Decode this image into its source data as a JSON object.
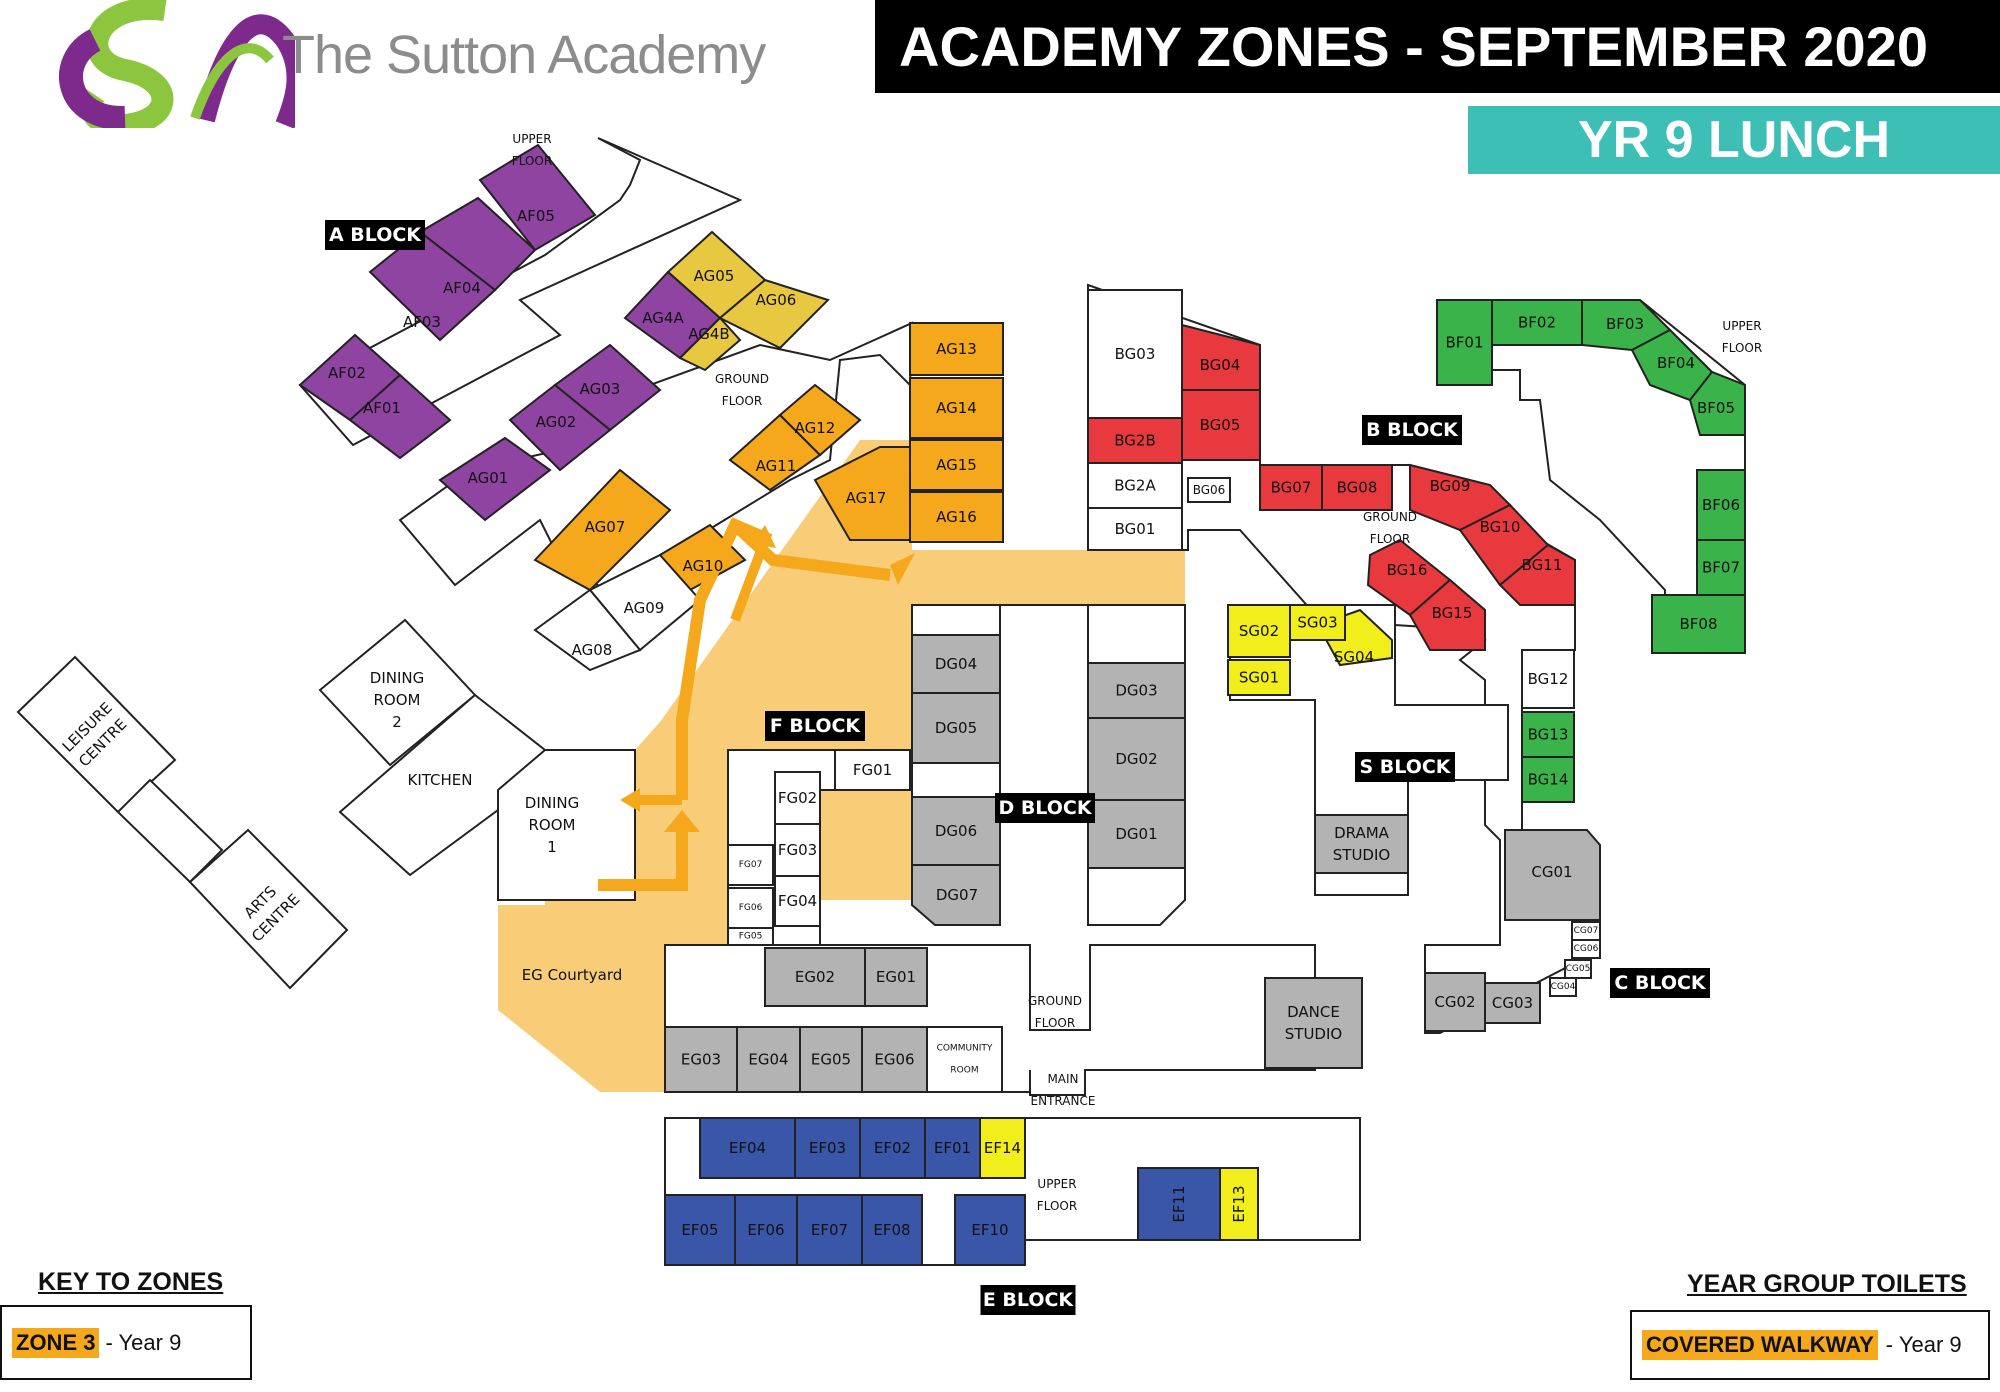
{
  "header": {
    "school_name": "The Sutton Academy",
    "title": "ACADEMY ZONES - SEPTEMBER 2020",
    "subtitle": "YR 9 LUNCH",
    "brand_colors": {
      "logo_green": "#8cc63f",
      "logo_purple": "#7d2a8c",
      "banner": "#3ebfb6"
    }
  },
  "key": {
    "title": "KEY TO ZONES",
    "zone_label": "ZONE 3",
    "zone_desc": "- Year 9",
    "zone_color": "#f5a81c"
  },
  "toilets": {
    "title": "YEAR GROUP TOILETS",
    "walkway_label": "COVERED WALKWAY",
    "walkway_desc": "- Year 9",
    "walkway_color": "#f5a81c"
  },
  "zone_colors": {
    "purple": "#8e44a0",
    "orange": "#f5a81c",
    "light_orange": "#f9cc78",
    "yellow_dark": "#e8c840",
    "red": "#e8393f",
    "green": "#3ab44a",
    "yellow": "#f2ee1b",
    "grey": "#b3b3b3",
    "blue": "#3a56a8"
  },
  "blocks": {
    "a": "A BLOCK",
    "b": "B BLOCK",
    "c": "C BLOCK",
    "d": "D BLOCK",
    "e": "E BLOCK",
    "f": "F BLOCK",
    "s": "S BLOCK"
  },
  "floor_labels": {
    "a_upper": "UPPER FLOOR",
    "a_ground": "GROUND FLOOR",
    "b_upper": "UPPER FLOOR",
    "b_ground": "GROUND FLOOR",
    "e_ground": "GROUND FLOOR",
    "e_upper": "UPPER FLOOR",
    "main_entrance": "MAIN ENTRANCE"
  },
  "rooms": {
    "AF05": "AF05",
    "AF04": "AF04",
    "AF03": "AF03",
    "AF02": "AF02",
    "AF01": "AF01",
    "AG05": "AG05",
    "AG06": "AG06",
    "AG4A": "AG4A",
    "AG4B": "AG4B",
    "AG03": "AG03",
    "AG02": "AG02",
    "AG01": "AG01",
    "AG07": "AG07",
    "AG08": "AG08",
    "AG09": "AG09",
    "AG10": "AG10",
    "AG11": "AG11",
    "AG12": "AG12",
    "AG13": "AG13",
    "AG14": "AG14",
    "AG15": "AG15",
    "AG16": "AG16",
    "AG17": "AG17",
    "BG03": "BG03",
    "BG04": "BG04",
    "BG05": "BG05",
    "BG2B": "BG2B",
    "BG2A": "BG2A",
    "BG01": "BG01",
    "BG06": "BG06",
    "BG07": "BG07",
    "BG08": "BG08",
    "BG09": "BG09",
    "BG10": "BG10",
    "BG11": "BG11",
    "BG16": "BG16",
    "BG15": "BG15",
    "BG12": "BG12",
    "BG13": "BG13",
    "BG14": "BG14",
    "BF01": "BF01",
    "BF02": "BF02",
    "BF03": "BF03",
    "BF04": "BF04",
    "BF05": "BF05",
    "BF06": "BF06",
    "BF07": "BF07",
    "BF08": "BF08",
    "SG02": "SG02",
    "SG03": "SG03",
    "SG01": "SG01",
    "SG04": "SG04",
    "DRAMA": "DRAMA STUDIO",
    "CG01": "CG01",
    "CG02": "CG02",
    "CG03": "CG03",
    "CG04": "CG04",
    "CG05": "CG05",
    "CG06": "CG06",
    "CG07": "CG07",
    "DG04": "DG04",
    "DG05": "DG05",
    "DG06": "DG06",
    "DG07": "DG07",
    "DG03": "DG03",
    "DG02": "DG02",
    "DG01": "DG01",
    "FG01": "FG01",
    "FG02": "FG02",
    "FG03": "FG03",
    "FG04": "FG04",
    "FG05": "FG05",
    "FG06": "FG06",
    "FG07": "FG07",
    "EG01": "EG01",
    "EG02": "EG02",
    "EG03": "EG03",
    "EG04": "EG04",
    "EG05": "EG05",
    "EG06": "EG06",
    "COMMUNITY": "COMMUNITY ROOM",
    "DANCE": "DANCE STUDIO",
    "EF01": "EF01",
    "EF02": "EF02",
    "EF03": "EF03",
    "EF04": "EF04",
    "EF05": "EF05",
    "EF06": "EF06",
    "EF07": "EF07",
    "EF08": "EF08",
    "EF10": "EF10",
    "EF11": "EF11",
    "EF13": "EF13",
    "EF14": "EF14",
    "DINING2": "DINING ROOM 2",
    "DINING1": "DINING ROOM 1",
    "KITCHEN": "KITCHEN",
    "COURTYARD": "EG Courtyard",
    "LEISURE": "LEISURE CENTRE",
    "ARTS": "ARTS CENTRE"
  }
}
